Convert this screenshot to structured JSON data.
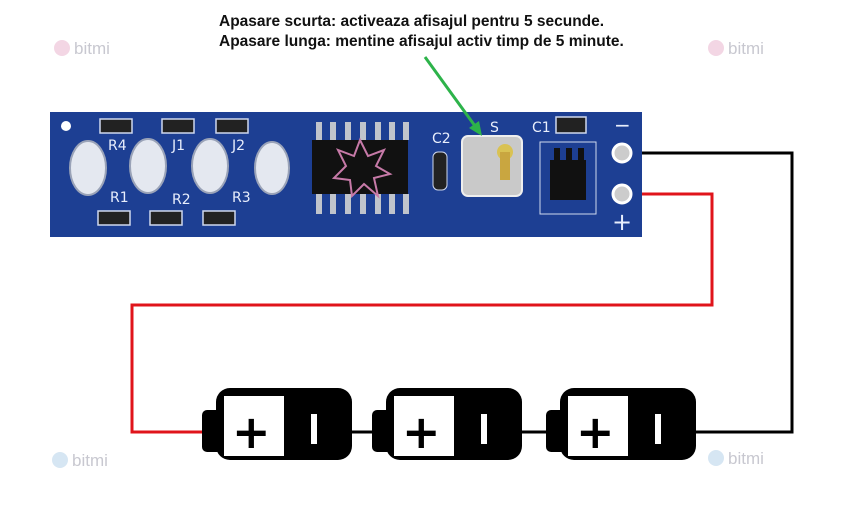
{
  "notes": {
    "short_press": "Apasare scurta: activeaza afisajul pentru 5 secunde.",
    "long_press": "Apasare lunga: mentine afisajul activ timp de 5 minute."
  },
  "pcb_labels": {
    "r4": "R4",
    "j1": "J1",
    "j2": "J2",
    "r1": "R1",
    "r2": "R2",
    "r3": "R3",
    "c2": "C2",
    "s": "S",
    "c1": "C1",
    "minus": "−",
    "plus": "+"
  },
  "battery": {
    "plus": "+",
    "minus": "I"
  },
  "watermark": "bitmi",
  "colors": {
    "pcb": "#1d3f93",
    "wire_positive": "#e0141b",
    "wire_negative": "#000000",
    "arrow": "#2db34a"
  }
}
